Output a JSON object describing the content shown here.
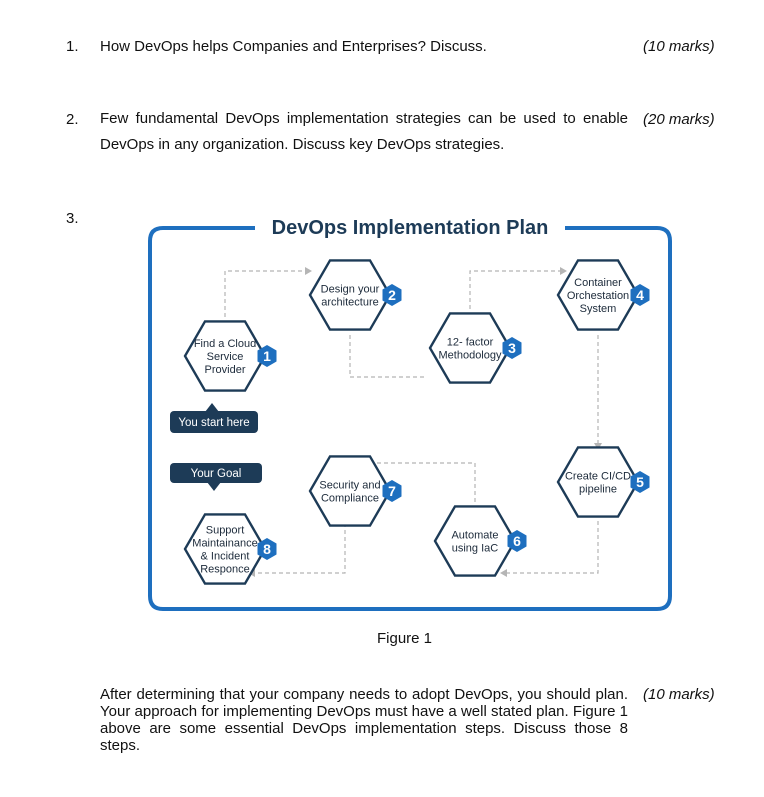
{
  "questions": [
    {
      "number": "1.",
      "text": "How DevOps helps Companies and Enterprises? Discuss.",
      "marks": "(10 marks)"
    },
    {
      "number": "2.",
      "text": "Few fundamental DevOps implementation strategies can be used to enable DevOps in any organization. Discuss key DevOps strategies.",
      "marks": "(20 marks)"
    },
    {
      "number": "3.",
      "text": "After determining that your company needs to adopt DevOps, you should plan. Your approach for implementing DevOps must have a well stated plan. Figure 1 above are some essential DevOps implementation steps. Discuss those 8 steps.",
      "marks": "(10 marks)"
    }
  ],
  "figure": {
    "title": "DevOps Implementation Plan",
    "caption": "Figure 1",
    "start_label": "You start here",
    "goal_label": "Your Goal",
    "steps": [
      {
        "number": "1",
        "lines": [
          "Find a Cloud",
          "Service",
          "Provider"
        ]
      },
      {
        "number": "2",
        "lines": [
          "Design your",
          "architecture"
        ]
      },
      {
        "number": "3",
        "lines": [
          "12- factor",
          "Methodology"
        ]
      },
      {
        "number": "4",
        "lines": [
          "Container",
          "Orchestation",
          "System"
        ]
      },
      {
        "number": "5",
        "lines": [
          "Create CI/CD",
          "pipeline"
        ]
      },
      {
        "number": "6",
        "lines": [
          "Automate",
          "using IaC"
        ]
      },
      {
        "number": "7",
        "lines": [
          "Security and",
          "Compliance"
        ]
      },
      {
        "number": "8",
        "lines": [
          "Support",
          "Maintainance",
          "& Incident",
          "Responce"
        ]
      }
    ],
    "colors": {
      "frame": "#1e6fbf",
      "badge": "#1e6fbf",
      "hexagon": "#1d3b57",
      "pill": "#1d3b57",
      "connector": "#b5b5b5"
    }
  }
}
